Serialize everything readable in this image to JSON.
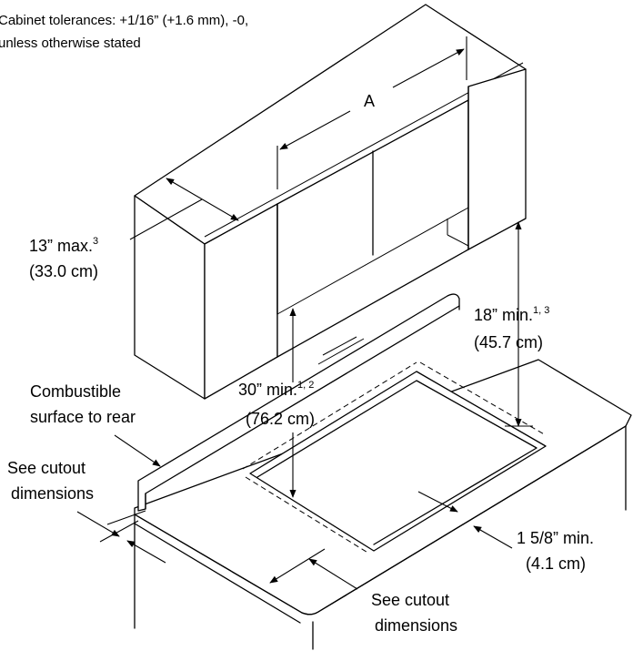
{
  "note": {
    "line1": "Cabinet tolerances: +1/16” (+1.6 mm), -0,",
    "line2": "unless otherwise stated"
  },
  "dimension_a": {
    "label": "A"
  },
  "depth": {
    "value": "13” max.",
    "ref": "3",
    "metric": "(33.0 cm)"
  },
  "side_clearance": {
    "value": "18” min.",
    "ref": "1, 3",
    "metric": "(45.7 cm)"
  },
  "top_clearance": {
    "value": "30” min.",
    "ref": "1, 2",
    "metric": "(76.2 cm)"
  },
  "combustible": {
    "line1": "Combustible",
    "line2": "surface to rear"
  },
  "cutout_left": {
    "line1": "See cutout",
    "line2": "dimensions"
  },
  "front_edge": {
    "value": "1 5/8” min.",
    "metric": "(4.1 cm)"
  },
  "cutout_bottom": {
    "line1": "See cutout",
    "line2": "dimensions"
  }
}
